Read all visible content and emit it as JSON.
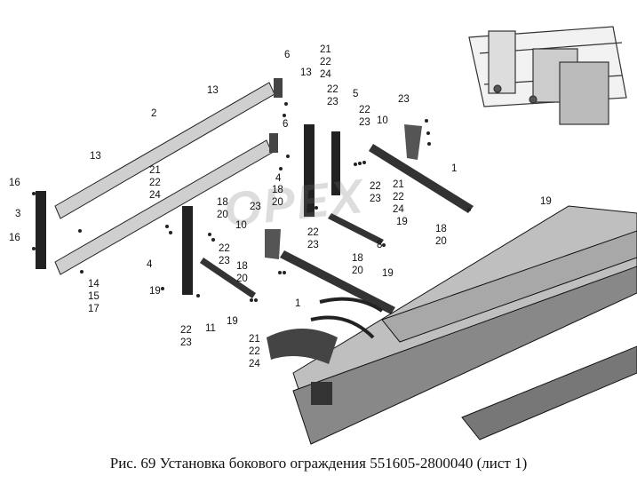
{
  "caption": "Рис. 69   Установка бокового ограждения 551605-2800040 (лист 1)",
  "watermark": "OPEX",
  "callouts": [
    "2",
    "13",
    "13",
    "6",
    "6",
    "21",
    "22",
    "24",
    "13",
    "22",
    "23",
    "5",
    "22",
    "23",
    "23",
    "10",
    "16",
    "3",
    "16",
    "21",
    "22",
    "24",
    "1",
    "18",
    "20",
    "23",
    "10",
    "4",
    "18",
    "20",
    "22",
    "23",
    "21",
    "22",
    "24",
    "19",
    "18",
    "20",
    "22",
    "23",
    "8",
    "22",
    "23",
    "4",
    "14",
    "15",
    "17",
    "19",
    "18",
    "20",
    "18",
    "20",
    "19",
    "19",
    "22",
    "23",
    "11",
    "19",
    "1",
    "21",
    "22",
    "24"
  ]
}
